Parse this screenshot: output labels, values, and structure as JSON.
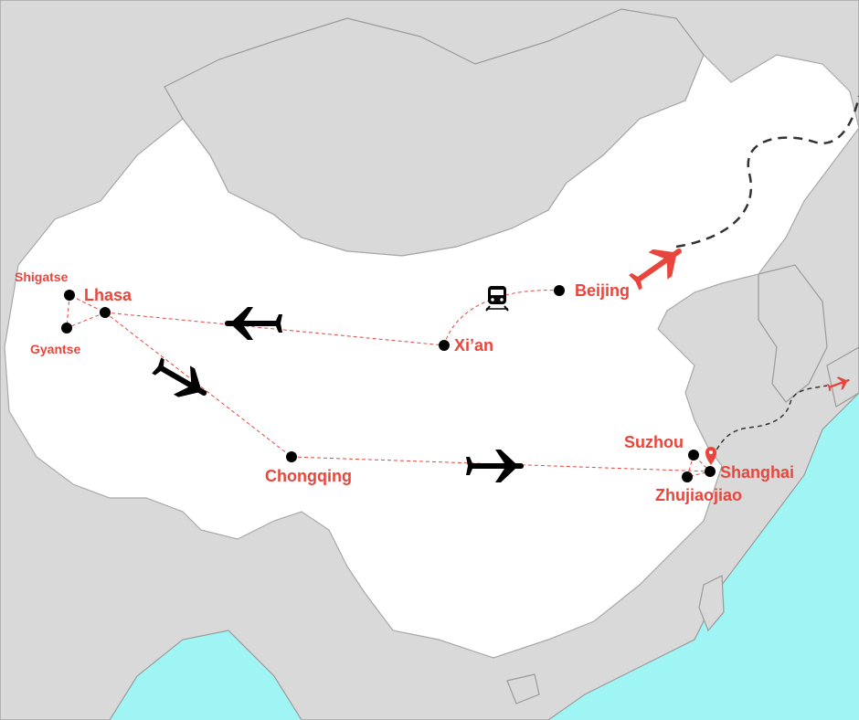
{
  "colors": {
    "label": "#e8463d",
    "land_neighbor": "#d9d9d9",
    "land_china": "#ffffff",
    "sea": "#9ff5f3",
    "city_dot": "#000000",
    "route": "#e8463d",
    "plane_black": "#000000",
    "plane_red": "#e8463d"
  },
  "cities": {
    "shigatse": "Shigatse",
    "lhasa": "Lhasa",
    "gyantse": "Gyantse",
    "xian": "Xi’an",
    "beijing": "Beijing",
    "chongqing": "Chongqing",
    "suzhou": "Suzhou",
    "shanghai": "Shanghai",
    "zhujiaojiao": "Zhujiaojiao"
  },
  "icons": {
    "plane": "plane-icon",
    "train": "train-icon",
    "pin": "location-pin-icon"
  }
}
